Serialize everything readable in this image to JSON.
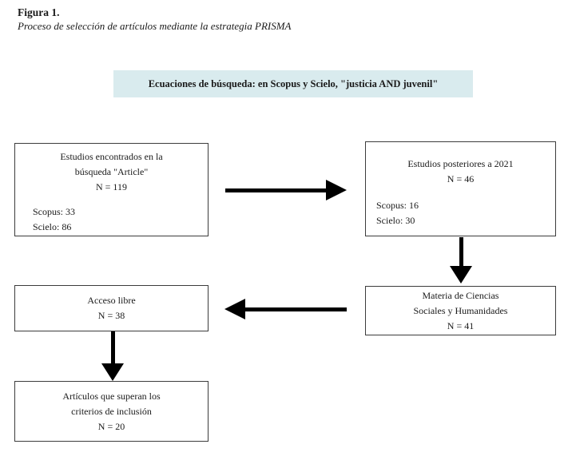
{
  "figure": {
    "label": "Figura 1.",
    "caption": "Proceso de selección de artículos mediante la estrategia PRISMA"
  },
  "banner": {
    "text": "Ecuaciones de búsqueda: en Scopus y Scielo, \"justicia AND juvenil\""
  },
  "boxes": {
    "found": {
      "centered": [
        "Estudios encontrados en la",
        "búsqueda \"Article\"",
        "N = 119"
      ],
      "left": [
        "Scopus: 33",
        "Scielo: 86"
      ]
    },
    "posterior": {
      "centered": [
        "Estudios posteriores a 2021",
        "N = 46"
      ],
      "left": [
        "Scopus: 16",
        "Scielo: 30"
      ]
    },
    "materia": {
      "centered": [
        "Materia de Ciencias",
        "Sociales y Humanidades",
        "N = 41"
      ]
    },
    "acceso": {
      "centered": [
        "Acceso libre",
        "N = 38"
      ]
    },
    "criterios": {
      "centered": [
        "Artículos que superan los",
        "criterios de inclusión",
        "N = 20"
      ]
    }
  },
  "colors": {
    "banner_bg": "#d9ebee",
    "box_border": "#3c3c3c",
    "arrow": "#000000",
    "text": "#1a1a1a"
  }
}
